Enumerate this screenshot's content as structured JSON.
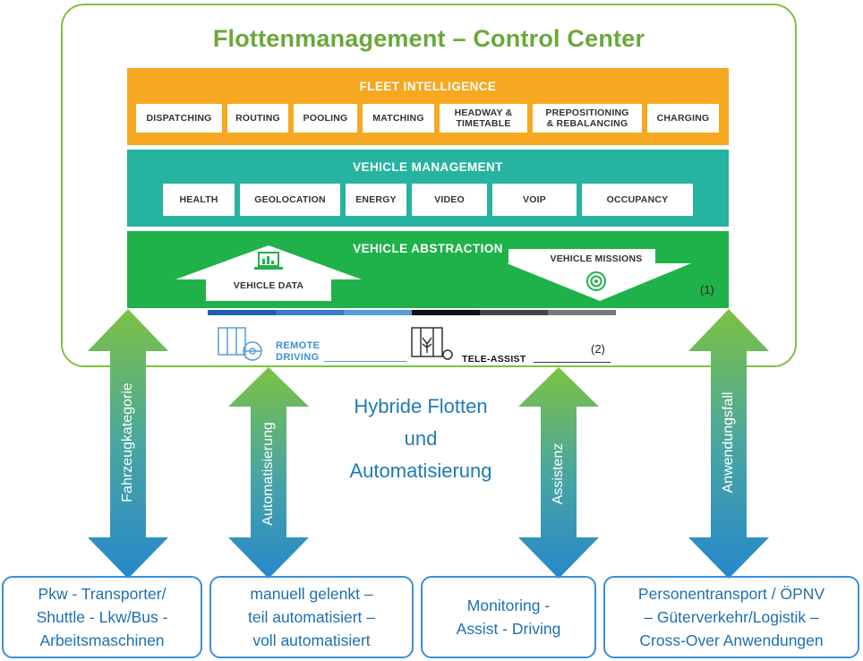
{
  "title": "Flottenmanagement – Control Center",
  "fleet_intelligence": {
    "title": "FLEET INTELLIGENCE",
    "items": [
      "DISPATCHING",
      "ROUTING",
      "POOLING",
      "MATCHING",
      "HEADWAY &\nTIMETABLE",
      "PREPOSITIONING\n& REBALANCING",
      "CHARGING"
    ]
  },
  "vehicle_management": {
    "title": "VEHICLE MANAGEMENT",
    "items": [
      "HEALTH",
      "GEOLOCATION",
      "ENERGY",
      "VIDEO",
      "VOIP",
      "OCCUPANCY"
    ]
  },
  "vehicle_abstraction": {
    "title": "VEHICLE ABSTRACTION",
    "vehicle_data": "VEHICLE DATA",
    "vehicle_missions": "VEHICLE MISSIONS",
    "marker": "(1)"
  },
  "remote_driving": {
    "line1": "REMOTE",
    "line2": "DRIVING"
  },
  "tele_assist": {
    "label": "TELE-ASSIST",
    "marker": "(2)"
  },
  "center": {
    "line1": "Hybride Flotten",
    "line2": "und",
    "line3": "Automatisierung"
  },
  "arrows": {
    "fahrzeugkategorie": "Fahrzeugkategorie",
    "automatisierung": "Automatisierung",
    "assistenz": "Assistenz",
    "anwendungsfall": "Anwendungsfall"
  },
  "bottom_boxes": [
    "Pkw - Transporter/\nShuttle - Lkw/Bus -\nArbeitsmaschinen",
    "manuell gelenkt –\nteil automatisiert –\nvoll automatisiert",
    "Monitoring -\nAssist - Driving",
    "Personentransport / ÖPNV\n– Güterverkehr/Logistik –\nCross-Over Anwendungen"
  ],
  "colors": {
    "fleet_intelligence": "#f6a821",
    "vehicle_management": "#26b3a0",
    "vehicle_abstraction": "#20b24a",
    "frame": "#7cc242",
    "title": "#6aa83a",
    "arrow_top": "#7cc242",
    "arrow_bottom": "#2b8fc9",
    "text_blue": "#1f7ab8"
  }
}
